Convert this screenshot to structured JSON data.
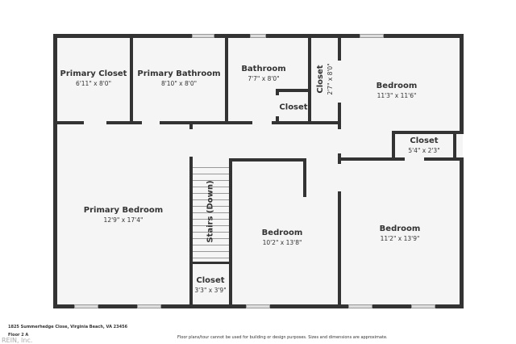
{
  "rooms": [
    {
      "name": "Primary Closet",
      "dims": "6'11\" x 8'0\""
    },
    {
      "name": "Primary Bathroom",
      "dims": "8'10\" x 8'0\""
    },
    {
      "name": "Bathroom",
      "dims": "7'7\" x 8'0\""
    },
    {
      "name": "Closet",
      "dims": ""
    },
    {
      "name": "Closet",
      "dims": "2'7\" x 8'0\""
    },
    {
      "name": "Bedroom",
      "dims": "11'3\" x 11'6\""
    },
    {
      "name": "Closet",
      "dims": "5'4\" x 2'3\""
    },
    {
      "name": "Primary Bedroom",
      "dims": "12'9\" x 17'4\""
    },
    {
      "name": "Stairs (Down)",
      "dims": ""
    },
    {
      "name": "Bedroom",
      "dims": "10'2\" x 13'8\""
    },
    {
      "name": "Bedroom",
      "dims": "11'2\" x 13'9\""
    },
    {
      "name": "Closet",
      "dims": "3'3\" x 3'9\""
    }
  ],
  "footer": {
    "address": "1825 Summerhedge Close, Virginia Beach, VA 23456",
    "floor": "Floor 2 A",
    "disclaimer": "Floor plans/tour cannot be used for building or design purposes. Sizes and dimensions are approximate.",
    "watermark": "REIN, Inc."
  }
}
